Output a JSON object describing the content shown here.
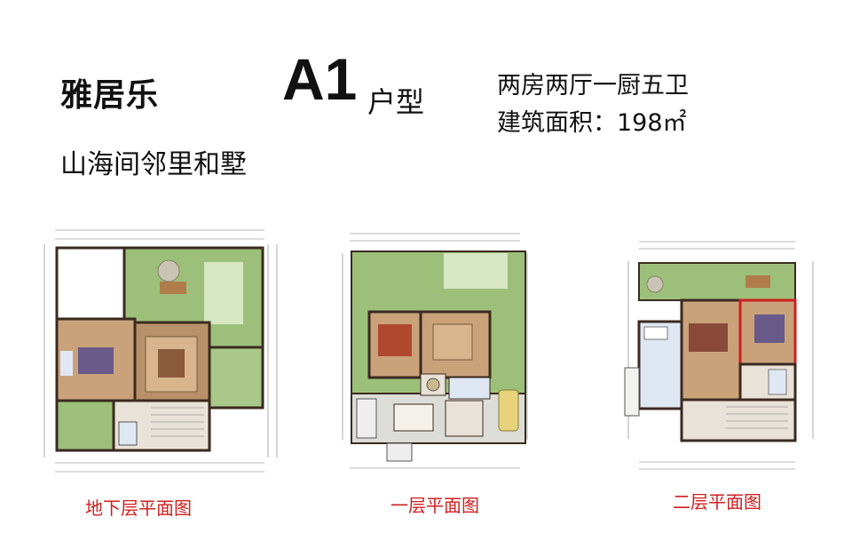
{
  "header": {
    "brand": "雅居乐",
    "model_code": "A1",
    "model_suffix": "户型",
    "project_name": "山海间邻里和墅",
    "layout": "两房两厅一厨五卫",
    "area": "建筑面积：198㎡"
  },
  "plans": [
    {
      "label": "地下层平面图"
    },
    {
      "label": "一层平面图"
    },
    {
      "label": "二层平面图"
    }
  ],
  "colors": {
    "wall": "#3a2a20",
    "wood_floor": "#c9a27a",
    "lawn": "#9cc07a",
    "tile": "#e9e2d8",
    "highlight": "#d01f1f"
  }
}
